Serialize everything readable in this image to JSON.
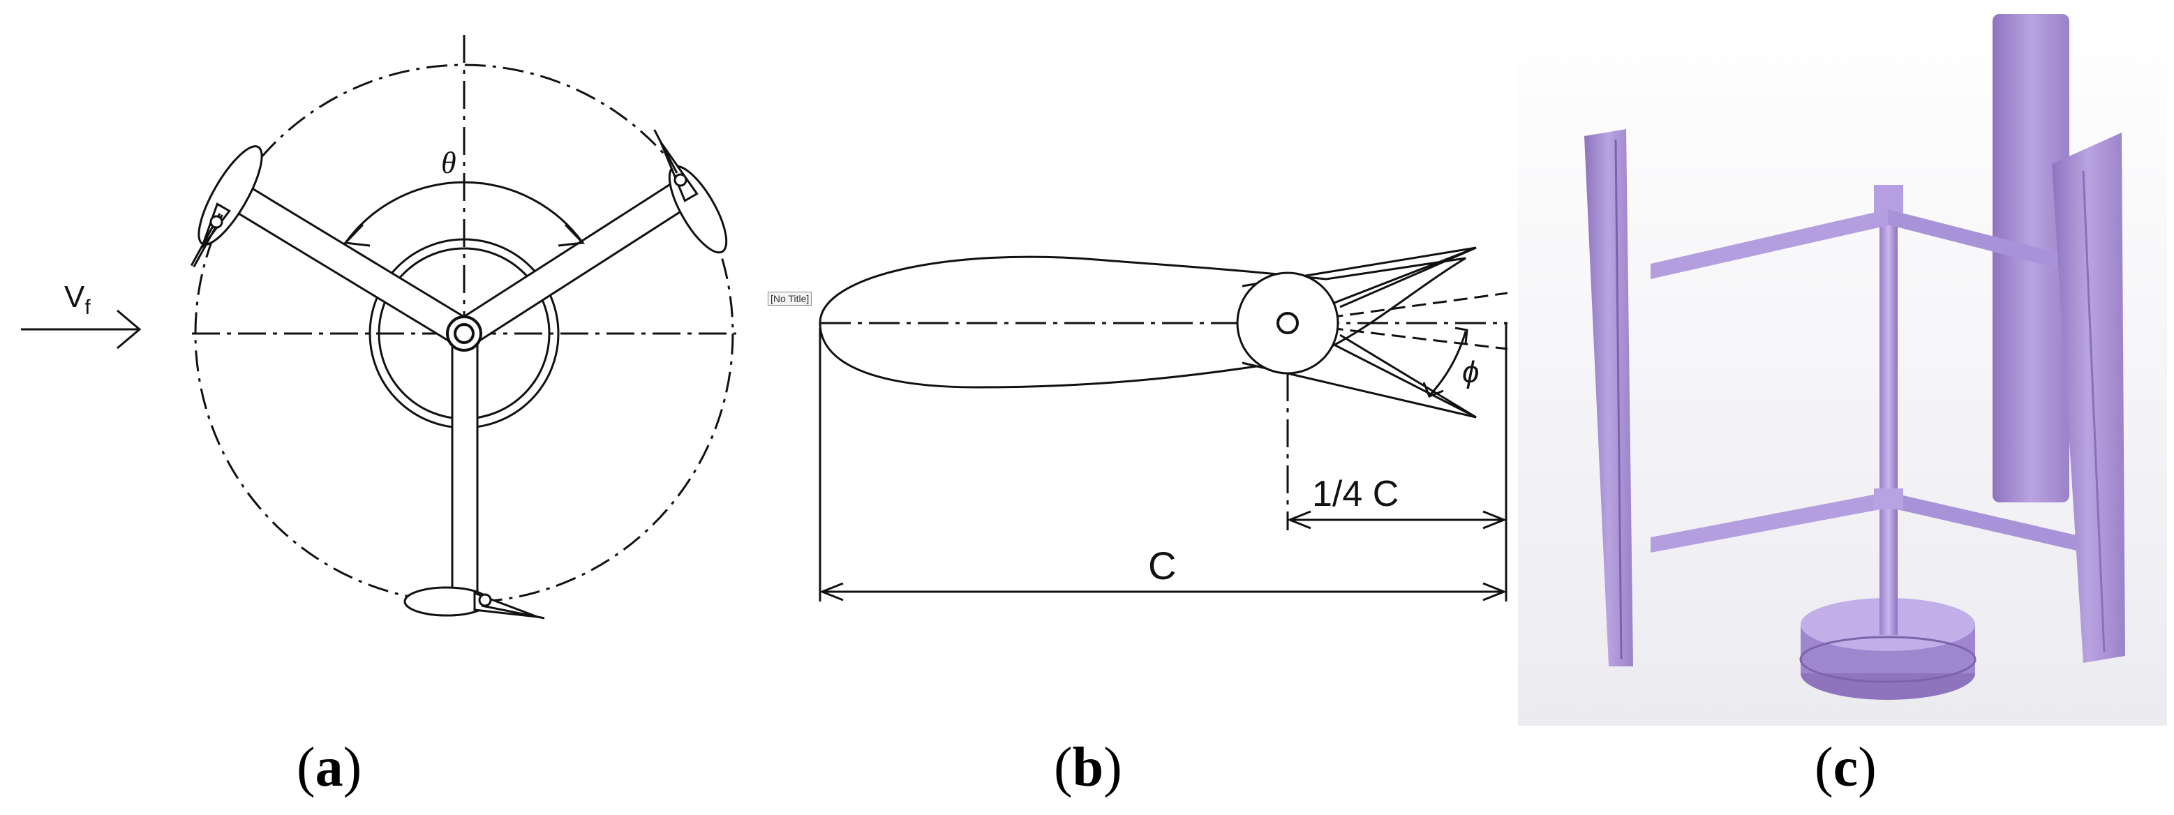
{
  "panel_a": {
    "flow_label_main": "V",
    "flow_label_sub": "f",
    "angle_label": "θ",
    "caption": {
      "open": "(",
      "letter": "a",
      "close": ")"
    }
  },
  "panel_b": {
    "tag_text": "[No Title]",
    "quarter_chord_label": "1/4 C",
    "chord_label": "C",
    "pitch_label": "ϕ",
    "caption": {
      "open": "(",
      "letter": "b",
      "close": ")"
    }
  },
  "panel_c": {
    "render_color": "#a78fd0",
    "caption": {
      "open": "(",
      "letter": "c",
      "close": ")"
    }
  }
}
